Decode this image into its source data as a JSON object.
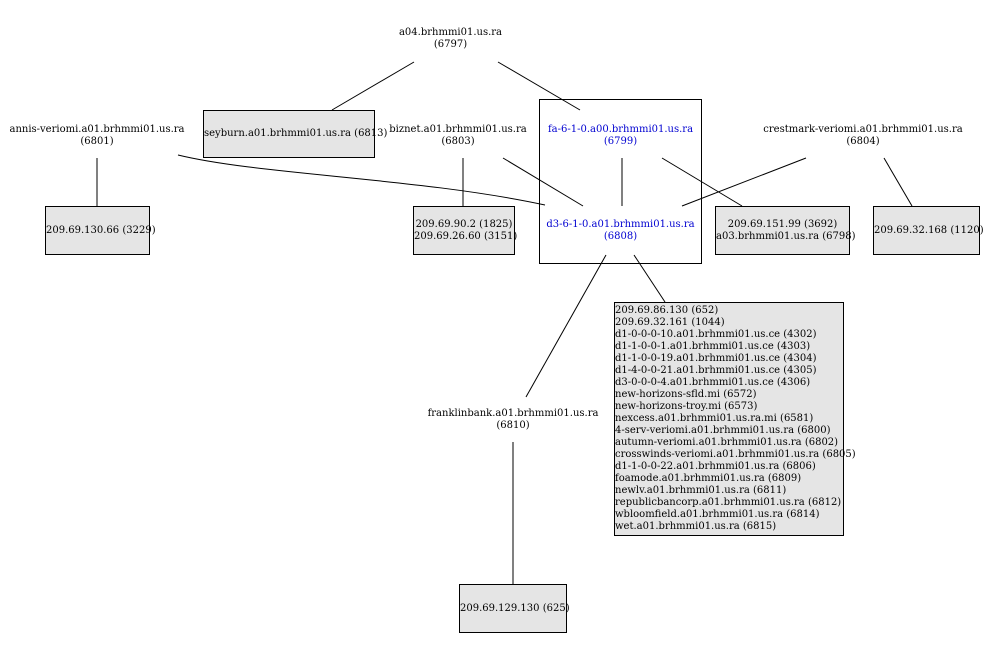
{
  "nodes": {
    "a04": {
      "name": "a04.brhmmi01.us.ra",
      "id": "(6797)"
    },
    "annis": {
      "name": "annis-veriomi.a01.brhmmi01.us.ra",
      "id": "(6801)"
    },
    "seyburn": {
      "label": "seyburn.a01.brhmmi01.us.ra (6813)"
    },
    "biznet": {
      "name": "biznet.a01.brhmmi01.us.ra",
      "id": "(6803)"
    },
    "fa6": {
      "name": "fa-6-1-0.a00.brhmmi01.us.ra",
      "id": "(6799)"
    },
    "d36": {
      "name": "d3-6-1-0.a01.brhmmi01.us.ra",
      "id": "(6808)"
    },
    "crestmark": {
      "name": "crestmark-veriomi.a01.brhmmi01.us.ra",
      "id": "(6804)"
    },
    "ip130_66": {
      "label": "209.69.130.66 (3229)"
    },
    "ip90_2": {
      "lines": [
        "209.69.90.2 (1825)",
        "209.69.26.60 (3151)"
      ]
    },
    "ip151_99": {
      "lines": [
        "209.69.151.99 (3692)",
        "a03.brhmmi01.us.ra (6798)"
      ]
    },
    "ip32_168": {
      "label": "209.69.32.168 (1120)"
    },
    "franklin": {
      "name": "franklinbank.a01.brhmmi01.us.ra",
      "id": "(6810)"
    },
    "ip129_130": {
      "label": "209.69.129.130 (625)"
    },
    "biglist": {
      "lines": [
        "209.69.86.130 (652)",
        "209.69.32.161 (1044)",
        "d1-0-0-0-10.a01.brhmmi01.us.ce (4302)",
        "d1-1-0-0-1.a01.brhmmi01.us.ce (4303)",
        "d1-1-0-0-19.a01.brhmmi01.us.ce (4304)",
        "d1-4-0-0-21.a01.brhmmi01.us.ce (4305)",
        "d3-0-0-0-4.a01.brhmmi01.us.ce (4306)",
        "new-horizons-sfld.mi (6572)",
        "new-horizons-troy.mi (6573)",
        "nexcess.a01.brhmmi01.us.ra.mi (6581)",
        "4-serv-veriomi.a01.brhmmi01.us.ra (6800)",
        "autumn-veriomi.a01.brhmmi01.us.ra (6802)",
        "crosswinds-veriomi.a01.brhmmi01.us.ra (6805)",
        "d1-1-0-0-22.a01.brhmmi01.us.ra (6806)",
        "foamode.a01.brhmmi01.us.ra (6809)",
        "newlv.a01.brhmmi01.us.ra (6811)",
        "republicbancorp.a01.brhmmi01.us.ra (6812)",
        "wbloomfield.a01.brhmmi01.us.ra (6814)",
        "wet.a01.brhmmi01.us.ra (6815)"
      ]
    }
  },
  "colors": {
    "cluster_text": "#0000d0",
    "box_fill": "#e5e5e5",
    "edge": "#000000"
  }
}
